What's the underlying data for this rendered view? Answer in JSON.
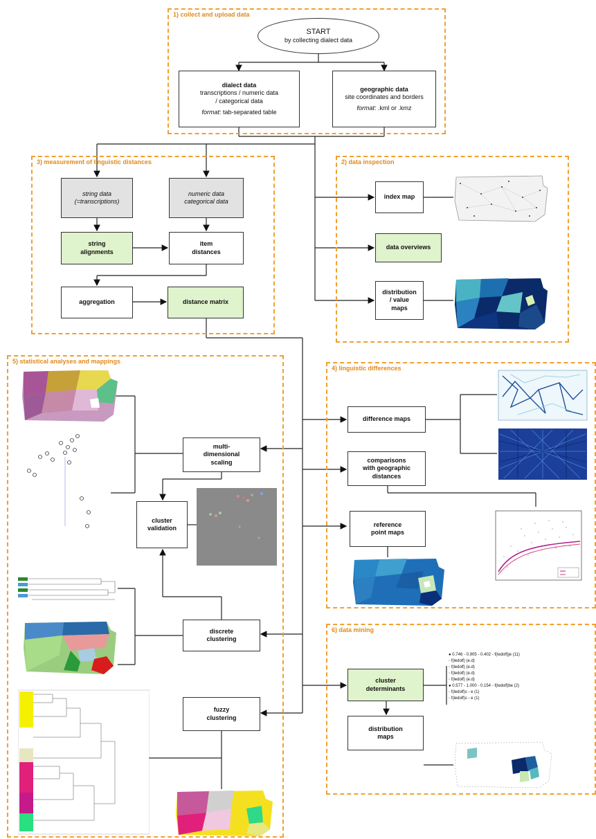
{
  "start": {
    "line1": "START",
    "line2": "by collecting dialect data"
  },
  "sections": {
    "collect": "1) collect and upload data",
    "inspection": "2) data inspection",
    "measurement": "3) measurement of linguistic distances",
    "differences": "4) linguistic differences",
    "statistical": "5) statistical analyses and mappings",
    "mining": "6) data mining"
  },
  "boxes": {
    "dialect": {
      "title": "dialect data",
      "l1": "transcriptions / numeric data",
      "l2": "/ categorical data",
      "fmt_label": "format",
      "fmt_value": ": tab-separated table"
    },
    "geo": {
      "title": "geographic data",
      "l1": "site coordinates and borders",
      "fmt_label": "format",
      "fmt_value": ": .kml or .kmz"
    },
    "string_data": {
      "l1": "string data",
      "l2": "(=transcriptions)"
    },
    "numeric_data": {
      "l1": "numeric data",
      "l2": "categorical data"
    },
    "string_alignments": {
      "l1": "string",
      "l2": "alignments"
    },
    "item_distances": {
      "l1": "item",
      "l2": "distances"
    },
    "aggregation": {
      "l1": "aggregation"
    },
    "distance_matrix": {
      "l1": "distance matrix"
    },
    "index_map": {
      "l1": "index map"
    },
    "data_overviews": {
      "l1": "data overviews"
    },
    "distribution_value": {
      "l1": "distribution",
      "l2": "/ value",
      "l3": "maps"
    },
    "difference_maps": {
      "l1": "difference  maps"
    },
    "comparisons": {
      "l1": "comparisons",
      "l2": "with geographic",
      "l3": "distances"
    },
    "reference_point": {
      "l1": "reference",
      "l2": "point maps"
    },
    "mds": {
      "l1": "multi-",
      "l2": "dimensional",
      "l3": "scaling"
    },
    "cluster_validation": {
      "l1": "cluster",
      "l2": "validation"
    },
    "discrete": {
      "l1": "discrete",
      "l2": "clustering"
    },
    "fuzzy": {
      "l1": "fuzzy",
      "l2": "clustering"
    },
    "cluster_determinants": {
      "l1": "cluster",
      "l2": "determinants"
    },
    "distribution_maps": {
      "l1": "distribution",
      "l2": "maps"
    }
  },
  "determinants_list": [
    "● 0.746 - 0.905 - 0.402 - f(ledolf)je (11)",
    "   ◦ f(ledolf) (e.d)",
    "   ◦ f(ledolf) (e.d)",
    "   ◦ f(ledolf) (e.d)",
    "   ◦ f(ledolf) (e.d)",
    "● 0.577 - 1.000 - 0.154 - f(ledolf)be (2)",
    "   ◦ f(ledolf)s - e (1)",
    "   ◦ f(ledolf)s - e (1)"
  ],
  "colors": {
    "section_border": "#f0a030",
    "section_title": "#e08a1c",
    "green_box": "#dff3cc",
    "gray_box": "#e2e2e2"
  }
}
